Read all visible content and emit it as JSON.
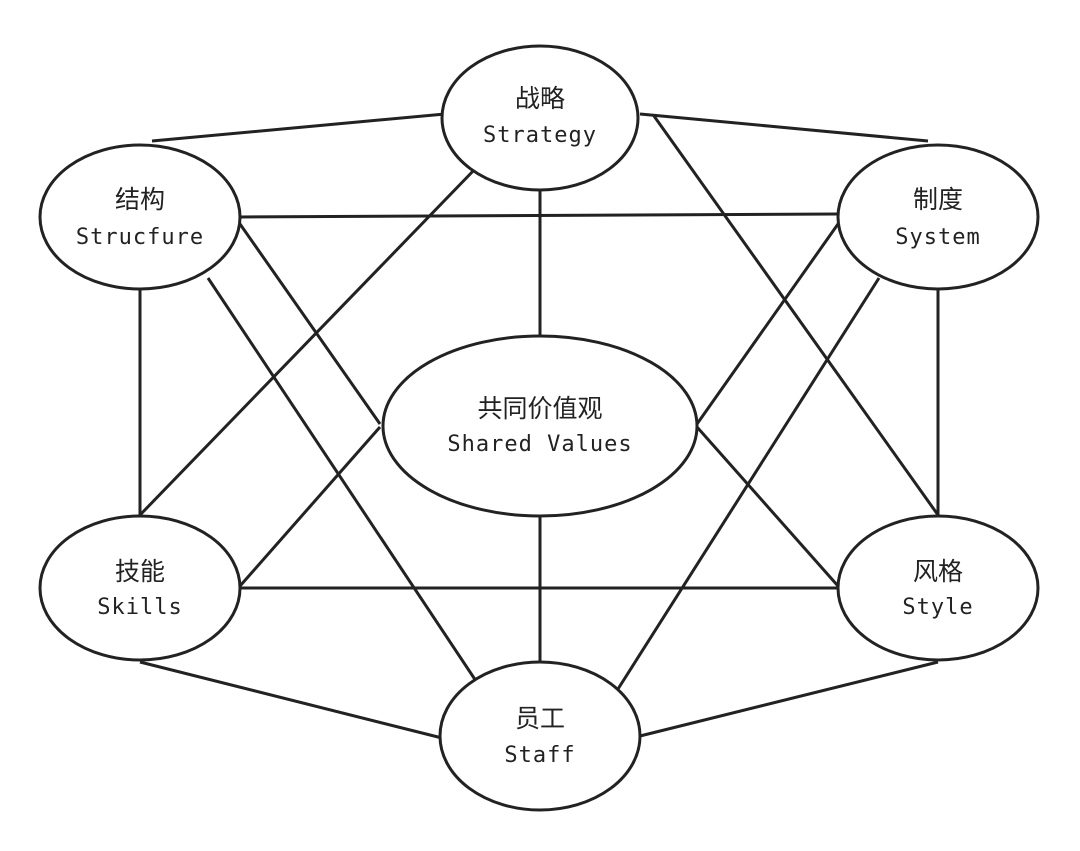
{
  "nodes": {
    "strategy": {
      "zh": "战略",
      "en": "Strategy"
    },
    "structure": {
      "zh": "结构",
      "en": "Strucfure"
    },
    "system": {
      "zh": "制度",
      "en": "System"
    },
    "shared_values": {
      "zh": "共同价值观",
      "en": "Shared Values"
    },
    "skills": {
      "zh": "技能",
      "en": "Skills"
    },
    "style": {
      "zh": "风格",
      "en": "Style"
    },
    "staff": {
      "zh": "员工",
      "en": "Staff"
    }
  },
  "colors": {
    "line": "#222222",
    "background": "#ffffff"
  }
}
